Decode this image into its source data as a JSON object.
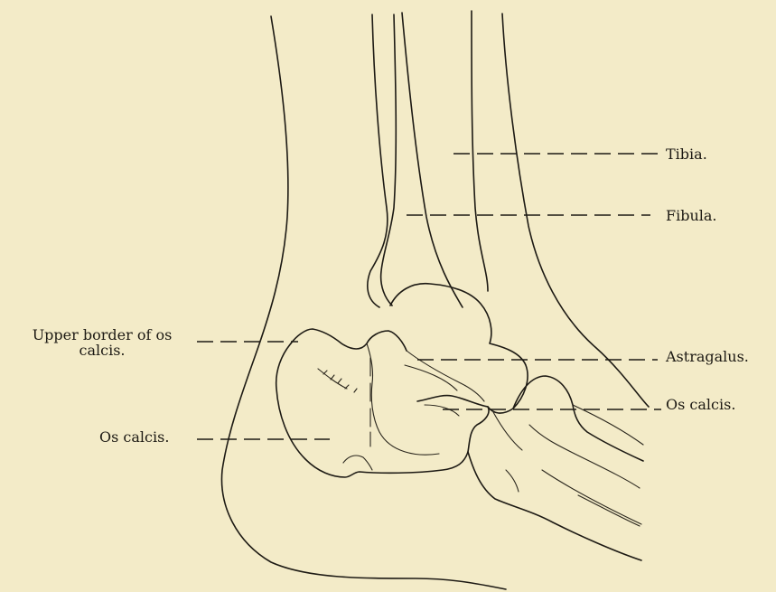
{
  "labels": {
    "tibia": "Tibia.",
    "fibula": "Fibula.",
    "astragalus": "Astragalus.",
    "os_calcis_right": "Os calcis.",
    "upper_border_line1": "Upper border of os",
    "upper_border_line2": "calcis.",
    "os_calcis_left": "Os calcis."
  },
  "colors": {
    "paper": "#f3ebc8",
    "ink": "#1d1a14"
  }
}
